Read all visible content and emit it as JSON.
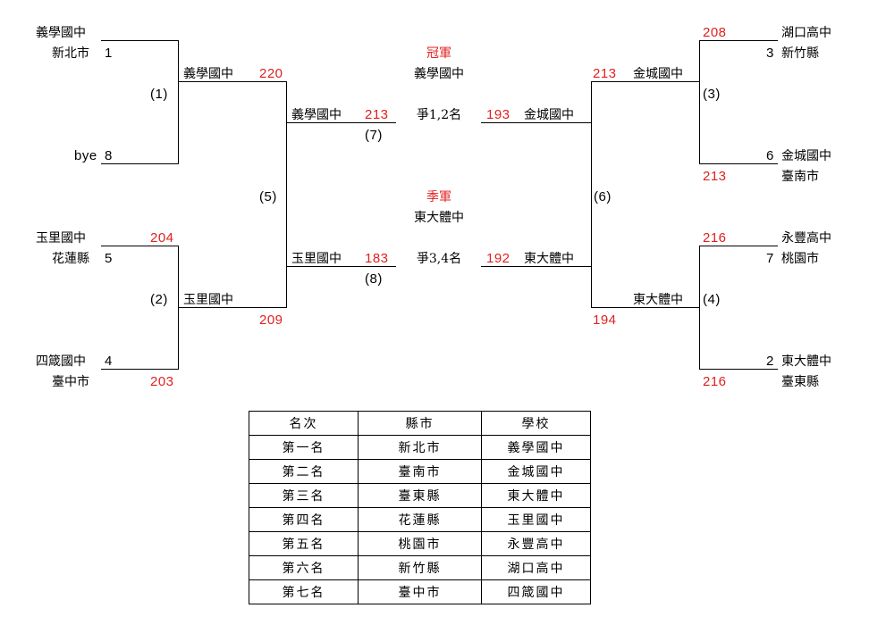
{
  "bracket": {
    "left": {
      "r1": [
        {
          "school": "義學國中",
          "county": "新北市",
          "seed": "1",
          "score": ""
        },
        {
          "school": "bye",
          "county": "",
          "seed": "8",
          "score": ""
        },
        {
          "school": "玉里國中",
          "county": "花蓮縣",
          "seed": "5",
          "score": "204"
        },
        {
          "school": "四箴國中",
          "county": "臺中市",
          "seed": "4",
          "score": "203"
        }
      ],
      "r2": [
        {
          "label": "(1)",
          "winner": "義學國中",
          "score": "220"
        },
        {
          "label": "(2)",
          "winner": "玉里國中",
          "score": "209"
        }
      ],
      "semi": {
        "label": "(5)"
      }
    },
    "right": {
      "r1": [
        {
          "school": "湖口高中",
          "county": "新竹縣",
          "seed": "3",
          "score": "208"
        },
        {
          "school": "金城國中",
          "county": "臺南市",
          "seed": "6",
          "score": "213"
        },
        {
          "school": "永豐高中",
          "county": "桃園市",
          "seed": "7",
          "score": "216"
        },
        {
          "school": "東大體中",
          "county": "臺東縣",
          "seed": "2",
          "score": "216"
        }
      ],
      "r2": [
        {
          "label": "(3)",
          "winner": "金城國中",
          "score": "213"
        },
        {
          "label": "(4)",
          "winner": "東大體中",
          "score": "194"
        }
      ],
      "semi": {
        "label": "(6)"
      }
    },
    "final_12": {
      "title": "冠軍",
      "champion": "義學國中",
      "match": "爭1,2名",
      "label": "(7)",
      "left_team": "義學國中",
      "left_score": "213",
      "right_team": "金城國中",
      "right_score": "193"
    },
    "final_34": {
      "title": "季軍",
      "third": "東大體中",
      "match": "爭3,4名",
      "label": "(8)",
      "left_team": "玉里國中",
      "left_score": "183",
      "right_team": "東大體中",
      "right_score": "192"
    }
  },
  "standings": {
    "headers": [
      "名次",
      "縣市",
      "學校"
    ],
    "rows": [
      [
        "第一名",
        "新北市",
        "義學國中"
      ],
      [
        "第二名",
        "臺南市",
        "金城國中"
      ],
      [
        "第三名",
        "臺東縣",
        "東大體中"
      ],
      [
        "第四名",
        "花蓮縣",
        "玉里國中"
      ],
      [
        "第五名",
        "桃園市",
        "永豐高中"
      ],
      [
        "第六名",
        "新竹縣",
        "湖口高中"
      ],
      [
        "第七名",
        "臺中市",
        "四箴國中"
      ]
    ]
  },
  "colors": {
    "score": "#e02020",
    "text": "#000000",
    "line": "#000000"
  }
}
